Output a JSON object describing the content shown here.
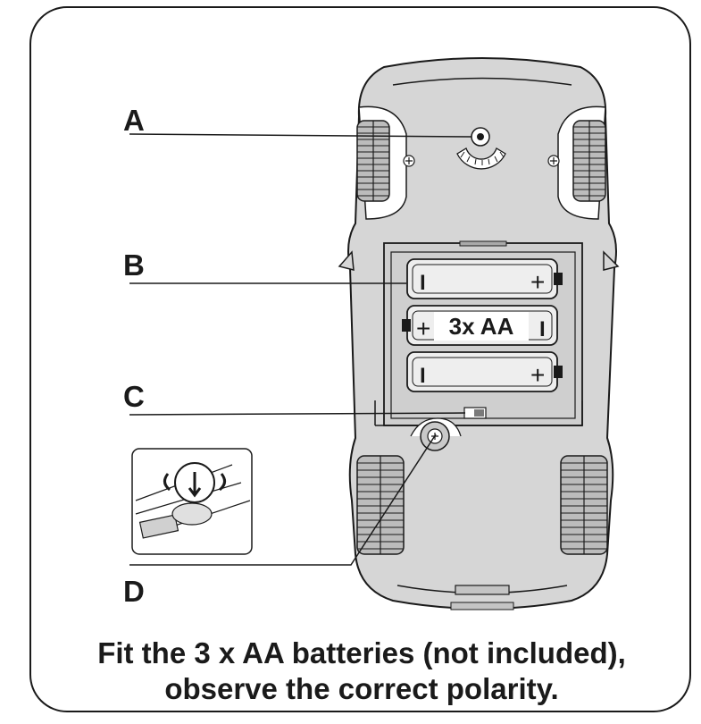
{
  "labels": {
    "a": "A",
    "b": "B",
    "c": "C",
    "d": "D"
  },
  "battery": {
    "count_label": "3x AA",
    "plus": "+",
    "minus": "I"
  },
  "caption": {
    "line1": "Fit the 3 x AA batteries (not included),",
    "line2": "observe the correct polarity."
  },
  "colors": {
    "car_body": "#d6d6d6",
    "car_dark": "#a9a9a9",
    "outline": "#1a1a1a",
    "battery_fill": "#eeeeee"
  }
}
